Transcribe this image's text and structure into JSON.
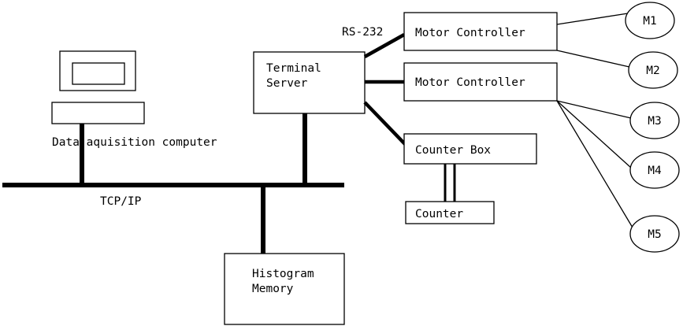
{
  "diagram": {
    "title": "Data acquisition and motor control network diagram",
    "background_color": "#ffffff",
    "stroke_color": "#000000",
    "boxes": {
      "terminal_server": {
        "line1": "Terminal",
        "line2": "Server"
      },
      "motor_controller_1": {
        "label": "Motor Controller"
      },
      "motor_controller_2": {
        "label": "Motor Controller"
      },
      "counter_box": {
        "label": "Counter Box"
      },
      "counter": {
        "label": "Counter"
      },
      "histogram_memory": {
        "line1": "Histogram",
        "line2": "Memory"
      }
    },
    "nodes": [
      {
        "id": "m1",
        "label": "M1"
      },
      {
        "id": "m2",
        "label": "M2"
      },
      {
        "id": "m3",
        "label": "M3"
      },
      {
        "id": "m4",
        "label": "M4"
      },
      {
        "id": "m5",
        "label": "M5"
      }
    ],
    "labels": {
      "data_acquisition_computer": "Data aquisition computer",
      "tcp_ip": "TCP/IP",
      "rs_232": "RS-232"
    }
  }
}
